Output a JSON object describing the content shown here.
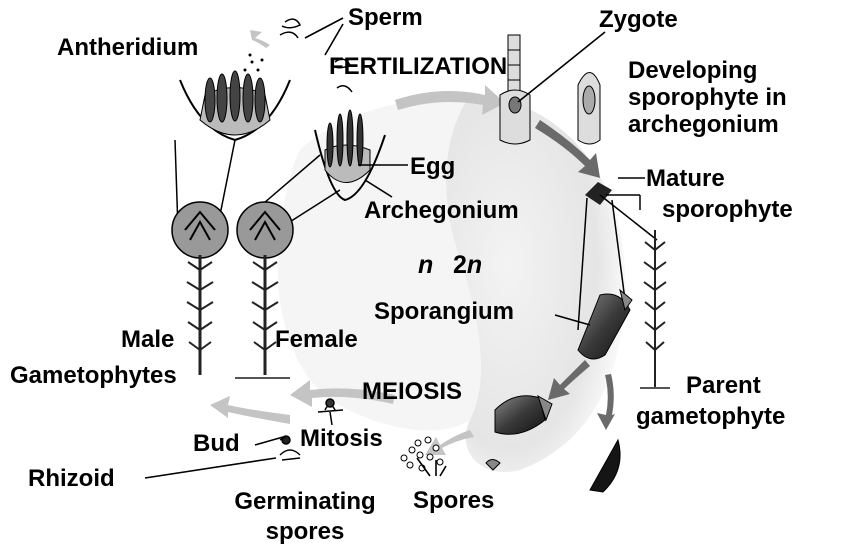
{
  "labels": {
    "sperm": "Sperm",
    "zygote": "Zygote",
    "antheridium": "Antheridium",
    "fertilization": "FERTILIZATION",
    "developing_line1": "Developing",
    "developing_line2": "sporophyte in",
    "developing_line3": "archegonium",
    "egg": "Egg",
    "mature_line1": "Mature",
    "mature_line2": "sporophyte",
    "archegonium": "Archegonium",
    "haploid": "n",
    "diploid_num": "2",
    "diploid_n": "n",
    "sporangium": "Sporangium",
    "male": "Male",
    "female": "Female",
    "gametophytes": "Gametophytes",
    "meiosis": "MEIOSIS",
    "parent_line1": "Parent",
    "parent_line2": "gametophyte",
    "bud": "Bud",
    "mitosis": "Mitosis",
    "rhizoid": "Rhizoid",
    "spores": "Spores",
    "germinating_line1": "Germinating",
    "germinating_line2": "spores"
  },
  "colors": {
    "diploid_field": "#e6e6e6",
    "arrow_gray": "#bdbdbd",
    "arrow_dark": "#6e6e6e",
    "capsule": "#3b3b3b",
    "plant_green": "#2f2f2f",
    "ink": "#000000"
  }
}
